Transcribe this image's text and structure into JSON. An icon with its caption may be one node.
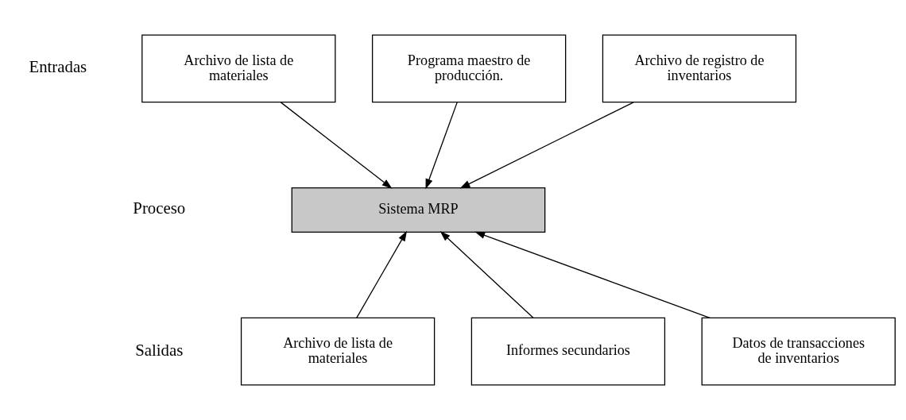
{
  "diagram": {
    "nodes": [
      {
        "text": [
          "Archivo de lista de materiales"
        ]
      },
      {
        "text": [
          "Programa maestro de producción."
        ]
      },
      {
        "text": [
          "Archivo de registro de inventarios"
        ]
      },
      {
        "text": [
          "Sistema MRP"
        ]
      },
      {
        "text": [
          "Archivo de lista de materiales"
        ]
      },
      {
        "text": [
          "Informes secundarios"
        ]
      },
      {
        "text": [
          "Datos de transacciones de inventarios"
        ]
      }
    ],
    "edges": [
      {
        "from": 0,
        "to": 3,
        "arrow": "to"
      },
      {
        "from": 1,
        "to": 3,
        "arrow": "to"
      },
      {
        "from": 2,
        "to": 3,
        "arrow": "to"
      },
      {
        "from": 4,
        "to": 3,
        "arrow": "to"
      },
      {
        "from": 5,
        "to": 3,
        "arrow": "to"
      },
      {
        "from": 6,
        "to": 3,
        "arrow": "to"
      }
    ],
    "labels": [
      "Entradas",
      "Proceso",
      "Salidas"
    ]
  }
}
